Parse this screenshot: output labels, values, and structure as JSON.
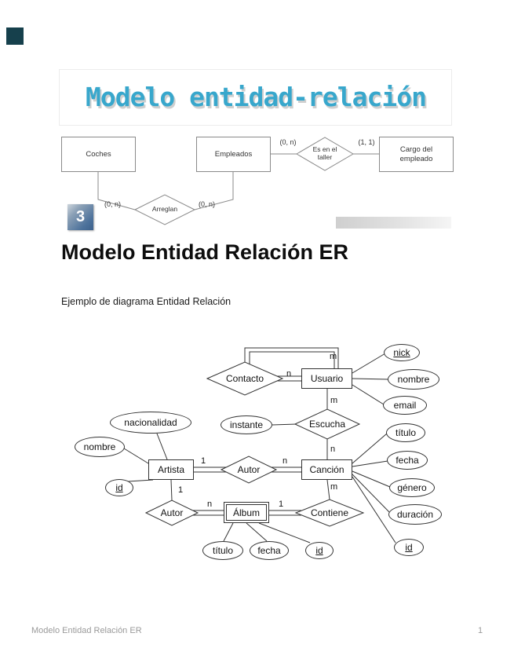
{
  "page": {
    "banner_title": "Modelo entidad-relación",
    "step_badge": "3",
    "heading": "Modelo Entidad Relación ER",
    "intro": "Ejemplo de diagrama Entidad Relación",
    "footer_text": "Modelo Entidad Relación ER",
    "page_number": "1"
  },
  "colors": {
    "title_teal": "#38a7cc",
    "badge_blue": "#4c719b",
    "corner_square": "#16404c",
    "diagram1_stroke": "#8a8a8a",
    "diagram2_stroke": "#333333"
  },
  "diagram1": {
    "entities": {
      "coches": "Coches",
      "empleados": "Empleados",
      "cargo": "Cargo del empleado"
    },
    "relations": {
      "taller": "Es en el taller",
      "arreglan": "Arreglan"
    },
    "cardinalities": {
      "empleados_taller": "(0, n)",
      "taller_cargo": "(1, 1)",
      "coches_arreglan": "(0, n)",
      "empleados_arreglan": "(0, n)"
    }
  },
  "diagram2": {
    "entities": {
      "usuario": "Usuario",
      "cancion": "Canción",
      "artista": "Artista",
      "album": "Álbum"
    },
    "relations": {
      "contacto": "Contacto",
      "escucha": "Escucha",
      "autor_cancion": "Autor",
      "autor_album": "Autor",
      "contiene": "Contiene"
    },
    "attributes": {
      "usuario_nick": "nick",
      "usuario_nombre": "nombre",
      "usuario_email": "email",
      "escucha_instante": "instante",
      "artista_nacionalidad": "nacionalidad",
      "artista_nombre": "nombre",
      "artista_id": "id",
      "cancion_titulo": "título",
      "cancion_fecha": "fecha",
      "cancion_genero": "género",
      "cancion_duracion": "duración",
      "cancion_id": "id",
      "album_titulo": "título",
      "album_fecha": "fecha",
      "album_id": "id"
    },
    "cardinalities": {
      "contacto_m": "m",
      "contacto_n": "n",
      "usuario_escucha": "m",
      "escucha_cancion": "n",
      "artista_autor": "1",
      "autor_cancion": "n",
      "artista_autor2": "1",
      "autor_album": "n",
      "album_contiene": "1",
      "cancion_contiene": "m"
    }
  }
}
